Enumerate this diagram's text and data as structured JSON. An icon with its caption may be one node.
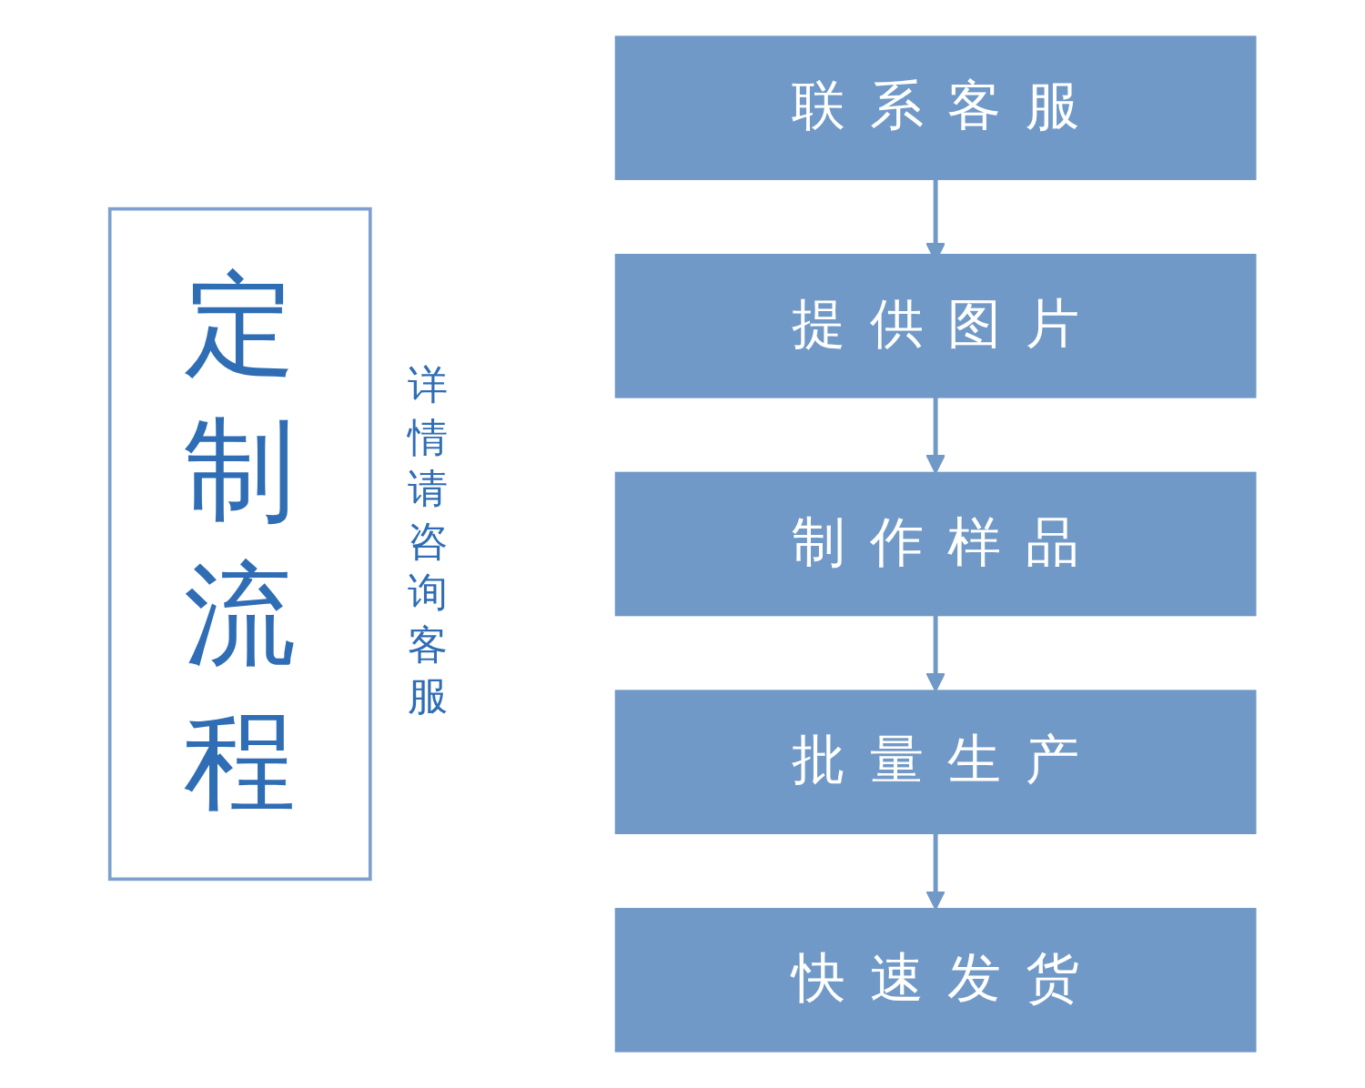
{
  "diagram": {
    "nodes": [
      {
        "text": [
          "定制流程"
        ]
      },
      {
        "text": [
          "联系客服"
        ]
      },
      {
        "text": [
          "提供图片"
        ]
      },
      {
        "text": [
          "制作样品"
        ]
      },
      {
        "text": [
          "批量生产"
        ]
      },
      {
        "text": [
          "快速发货"
        ]
      }
    ],
    "edges": [
      {
        "from": 1,
        "to": 2,
        "arrow": "to"
      },
      {
        "from": 2,
        "to": 3,
        "arrow": "to"
      },
      {
        "from": 3,
        "to": 4,
        "arrow": "to"
      },
      {
        "from": 4,
        "to": 5,
        "arrow": "to"
      }
    ],
    "labels": [
      "详情请咨询客服"
    ]
  }
}
